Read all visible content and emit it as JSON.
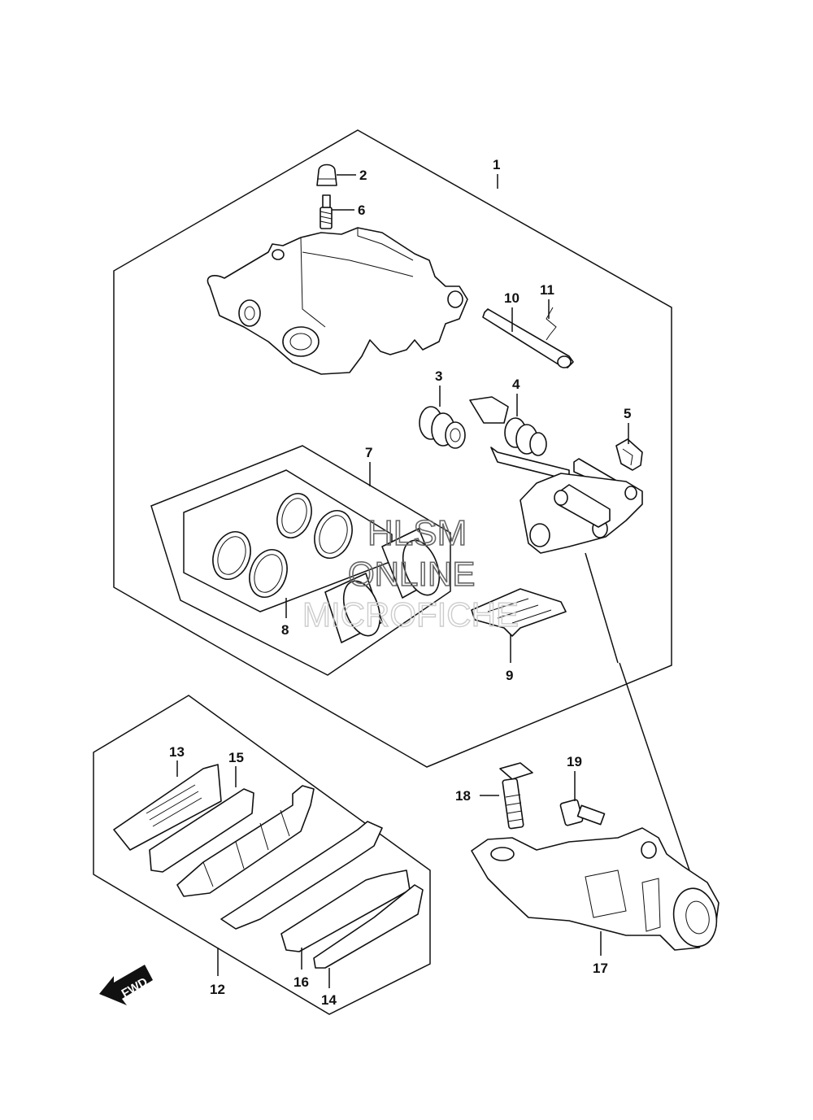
{
  "callouts": {
    "p1": "1",
    "p2": "2",
    "p3": "3",
    "p4": "4",
    "p5": "5",
    "p6": "6",
    "p7": "7",
    "p8": "8",
    "p9": "9",
    "p10": "10",
    "p11": "11",
    "p12": "12",
    "p13": "13",
    "p14": "14",
    "p15": "15",
    "p16": "16",
    "p17": "17",
    "p18": "18",
    "p19": "19"
  },
  "watermark": {
    "line1": "HLSM",
    "line2": "ONLINE",
    "line3": "MICROFICHE"
  },
  "direction": {
    "label": "FWD",
    "icon": "arrow-forward-icon"
  }
}
